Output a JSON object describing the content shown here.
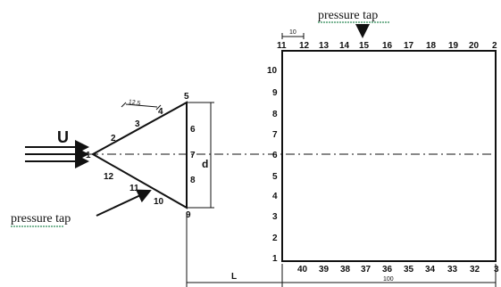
{
  "labels": {
    "pressure_tap_top": "pressure tap",
    "pressure_tap_left": "pressure tap",
    "flow_velocity": "U",
    "triangle_height": "d",
    "gap_length": "L",
    "box_width": "100",
    "tap_spacing_box": "10",
    "tap_spacing_triangle": "12.5"
  },
  "triangle_taps": [
    "1",
    "2",
    "3",
    "4",
    "5",
    "6",
    "7",
    "8",
    "9",
    "10",
    "11",
    "12"
  ],
  "box_taps": {
    "top": [
      "11",
      "12",
      "13",
      "14",
      "15",
      "16",
      "17",
      "18",
      "19",
      "20",
      "2"
    ],
    "left": [
      "10",
      "9",
      "8",
      "7",
      "6",
      "5",
      "4",
      "3",
      "2",
      "1"
    ],
    "bottom": [
      "40",
      "39",
      "38",
      "37",
      "36",
      "35",
      "34",
      "33",
      "32",
      "3"
    ]
  },
  "colors": {
    "line": "#111111",
    "underline": "#2e8b57"
  }
}
